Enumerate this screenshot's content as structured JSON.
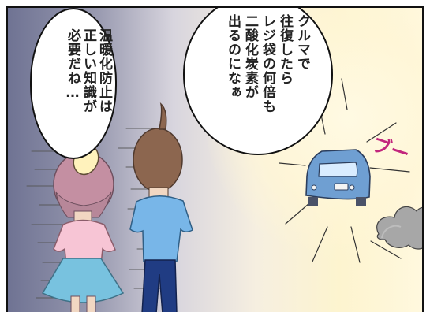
{
  "bubbles": {
    "left": {
      "lines": [
        "温暖化防止は",
        "正しい知識が",
        "必要だね…"
      ]
    },
    "right": {
      "lines": [
        "クルマで",
        "往復したら",
        "レジ袋の何倍も",
        "二酸化炭素が",
        "出るのになぁ"
      ]
    }
  },
  "sound_effect": "ブー",
  "colors": {
    "car": "#6f9fd2",
    "exhaust": "#a7a7a7",
    "sfx": "#c2267d",
    "girl_dress": "#f7c5d5",
    "girl_skirt": "#78c2df",
    "boy_shirt": "#78b6e8",
    "boy_pants": "#203c83"
  }
}
